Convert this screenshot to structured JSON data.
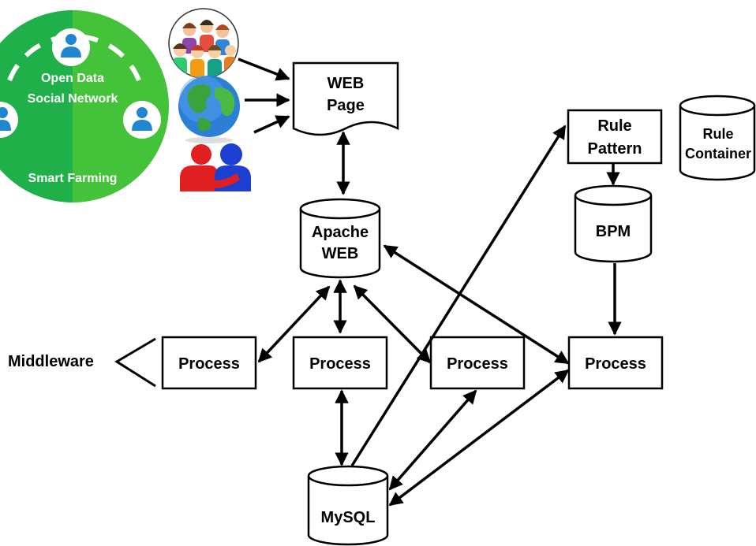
{
  "circle_panel": {
    "line1": "Open Data",
    "line2": "Social Network",
    "line3": "Smart Farming",
    "colors": {
      "left": "#20b04a",
      "right": "#44c23a",
      "user": "#1f86cf"
    }
  },
  "icons": {
    "people_group": "people-group-icon",
    "globe": "globe-icon",
    "two_people": "two-people-icon"
  },
  "web_page": {
    "line1": "WEB",
    "line2": "Page"
  },
  "apache": {
    "line1": "Apache",
    "line2": "WEB"
  },
  "rule_pattern": {
    "line1": "Rule",
    "line2": "Pattern"
  },
  "rule_container": {
    "line1": "Rule",
    "line2": "Container"
  },
  "bpm": {
    "label": "BPM"
  },
  "middleware": {
    "label": "Middleware"
  },
  "processes": [
    {
      "label": "Process"
    },
    {
      "label": "Process"
    },
    {
      "label": "Process"
    },
    {
      "label": "Process"
    }
  ],
  "mysql": {
    "label": "MySQL"
  }
}
